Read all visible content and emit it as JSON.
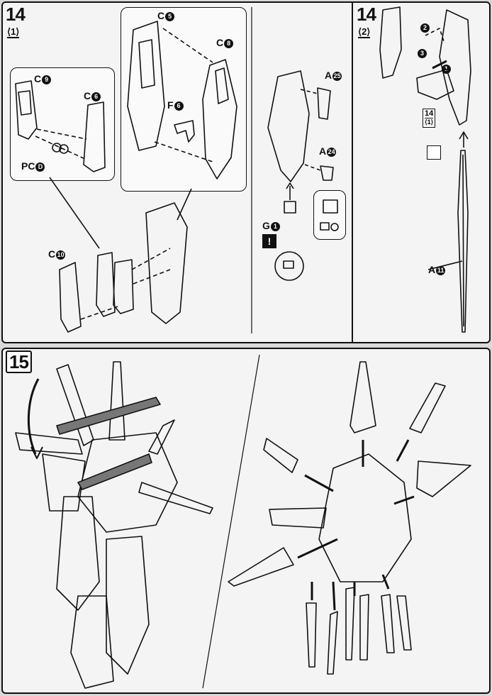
{
  "step14": {
    "number": "14",
    "sub1": "⟨1⟩",
    "sub2": "⟨2⟩",
    "ref_number": "14",
    "ref_sub": "⟨1⟩",
    "labels": {
      "c5": "C",
      "c5n": "5",
      "c8": "C",
      "c8n": "8",
      "c9": "C",
      "c9n": "9",
      "c6": "C",
      "c6n": "6",
      "f6": "F",
      "f6n": "6",
      "pcd": "PC",
      "pcdn": "D",
      "c10": "C",
      "c10n": "10",
      "a25": "A",
      "a25n": "25",
      "a24": "A",
      "a24n": "24",
      "g1": "G",
      "g1n": "1",
      "a11": "A",
      "a11n": "11",
      "s1": "1",
      "s2": "2",
      "s3": "3"
    },
    "warning_mark": "!"
  },
  "step15": {
    "number": "15"
  },
  "icons": [
    "warning-icon",
    "cut-icon",
    "rotate-icon",
    "arrow-icon"
  ],
  "colors": {
    "ink": "#111111",
    "paper": "#f4f4f4",
    "gray": "#777777"
  }
}
